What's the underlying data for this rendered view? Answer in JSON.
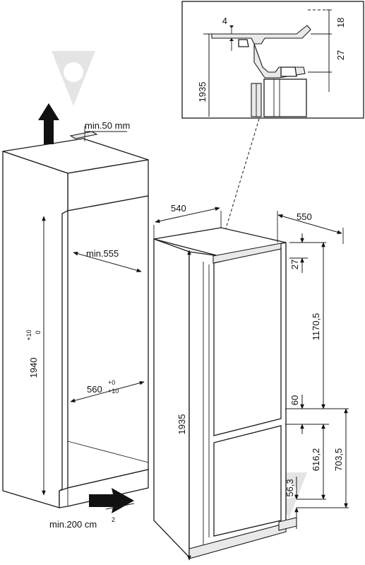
{
  "labels": {
    "top_vent": "min.50 mm",
    "niche_depth": "min.555",
    "niche_width": "560",
    "niche_width_tol_top": "+0",
    "niche_width_tol_bottom": "+10",
    "niche_height": "1940",
    "niche_height_tol_top": "+10",
    "niche_height_tol_bottom": "0",
    "bottom_vent": "min.200 cm",
    "bottom_vent_sup": "2",
    "appliance_width": "540",
    "appliance_depth": "550",
    "appliance_height": "1935",
    "top_gap": "27",
    "upper_door": "1170,5",
    "door_gap": "60",
    "lower_door": "616,2",
    "lower_door_total": "703,5",
    "bottom_gap": "56,3",
    "detail_height": "1935",
    "detail_small": "4",
    "detail_top": "18",
    "detail_mid": "27"
  },
  "icons": [
    "up-arrow-icon",
    "right-arrow-icon",
    "watermark-icon"
  ]
}
